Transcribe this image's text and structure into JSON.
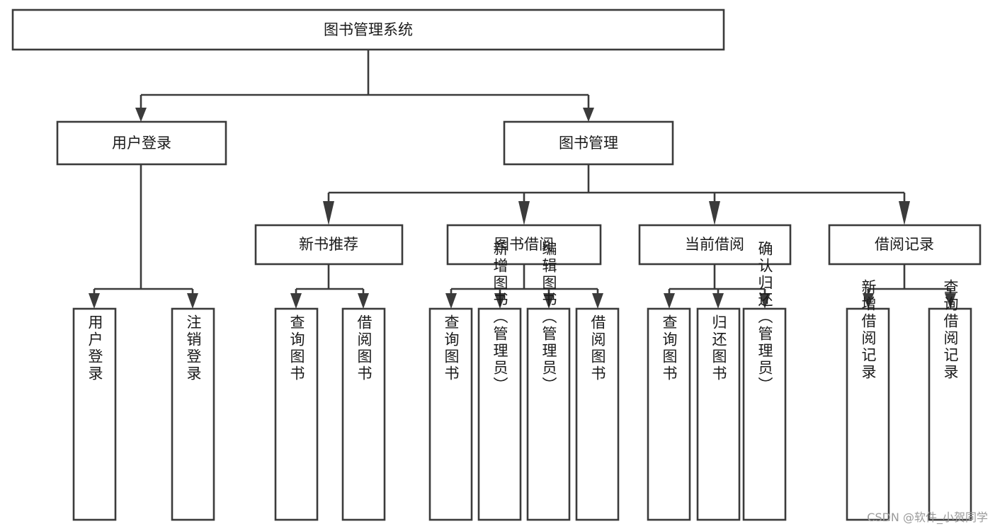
{
  "diagram": {
    "type": "hierarchy-tree",
    "title": "图书管理系统",
    "orientation": "top-down",
    "watermark": "CSDN @软件_小贺同学",
    "colors": {
      "box_stroke": "#3b3b3b",
      "box_fill": "#ffffff",
      "connector": "#3b3b3b",
      "text": "#1a1a1a",
      "watermark": "#9a9a9a",
      "background": "#ffffff"
    },
    "root": {
      "label": "图书管理系统"
    },
    "level2": [
      {
        "label": "用户登录"
      },
      {
        "label": "图书管理"
      }
    ],
    "level3": [
      {
        "label": "新书推荐"
      },
      {
        "label": "图书借阅"
      },
      {
        "label": "当前借阅"
      },
      {
        "label": "借阅记录"
      }
    ],
    "leaves": {
      "user_login": [
        {
          "label": "用户登录"
        },
        {
          "label": "注销登录"
        }
      ],
      "new_book_recommend": [
        {
          "label": "查询图书"
        },
        {
          "label": "借阅图书"
        }
      ],
      "book_borrow": [
        {
          "label": "查询图书"
        },
        {
          "label": "新增图书（管理员）"
        },
        {
          "label": "编辑图书（管理员）"
        },
        {
          "label": "借阅图书"
        }
      ],
      "current_borrow": [
        {
          "label": "查询图书"
        },
        {
          "label": "归还图书"
        },
        {
          "label": "确认归还（管理员）"
        }
      ],
      "borrow_record": [
        {
          "label": "新增借阅记录"
        },
        {
          "label": "查询借阅记录"
        }
      ]
    }
  }
}
